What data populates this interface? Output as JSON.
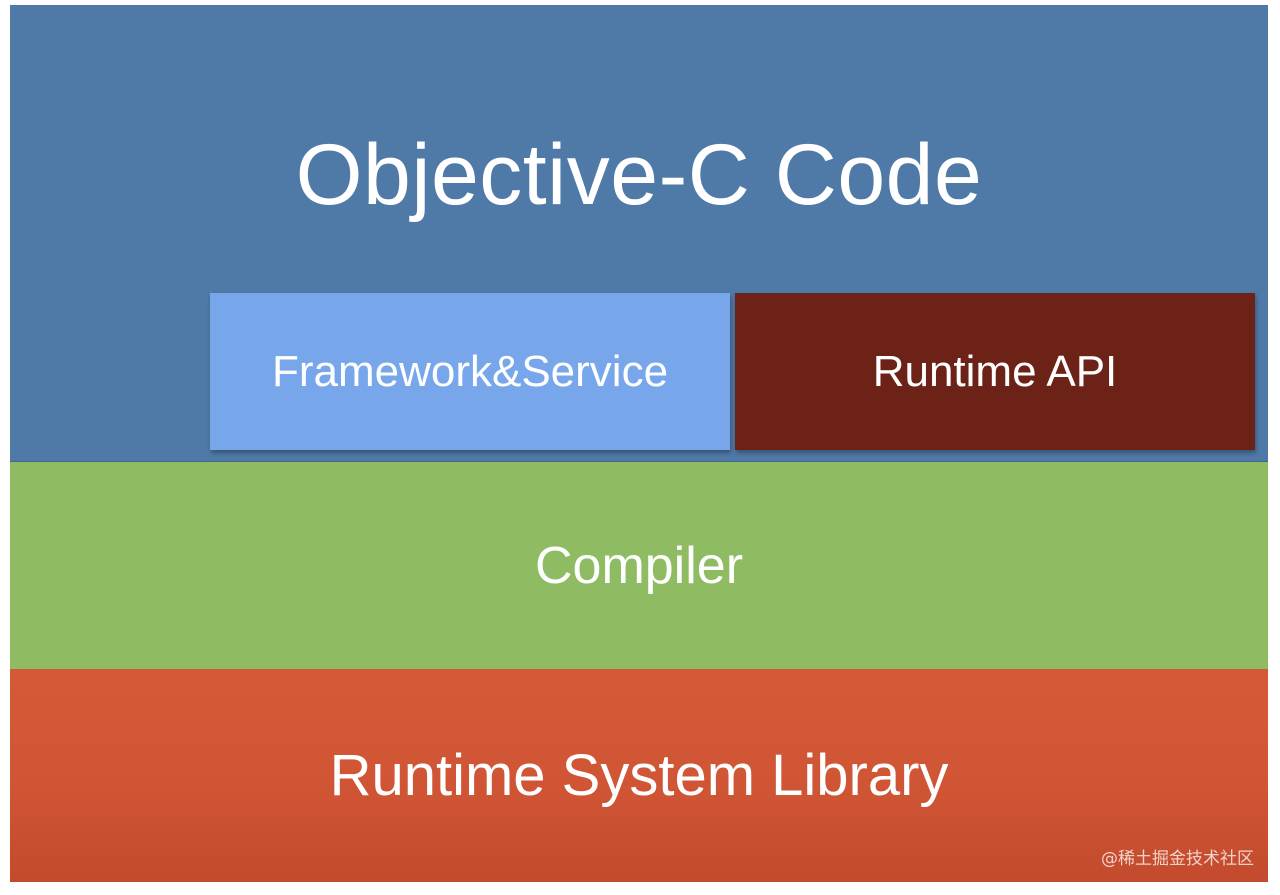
{
  "diagram": {
    "layers": {
      "objc_code": {
        "label": "Objective-C Code",
        "color": "#4f79a7"
      },
      "framework_service": {
        "label": "Framework&Service",
        "color": "#77a7ea"
      },
      "runtime_api": {
        "label": "Runtime API",
        "color": "#6d2218"
      },
      "compiler": {
        "label": "Compiler",
        "color": "#8fbb63"
      },
      "runtime_system_library": {
        "label": "Runtime System Library",
        "color": "#d45a37"
      }
    },
    "watermark": "@稀土掘金技术社区"
  }
}
